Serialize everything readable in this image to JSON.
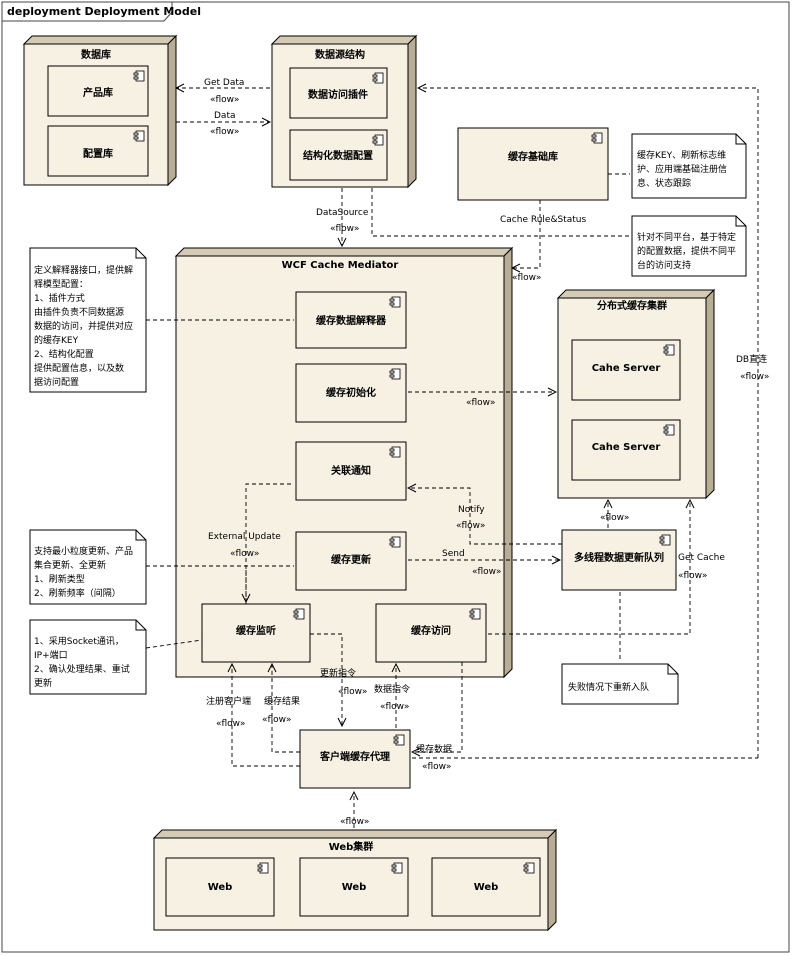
{
  "frame": {
    "title": "deployment Deployment Model"
  },
  "nodes": {
    "database": {
      "title": "数据库"
    },
    "datasource_struct": {
      "title": "数据源结构"
    },
    "cache_base": {
      "title": "缓存基础库"
    },
    "wcf": {
      "title": "WCF Cache Mediator"
    },
    "distributed": {
      "title": "分布式缓存集群"
    },
    "web_cluster": {
      "title": "Web集群"
    }
  },
  "components": {
    "product_db": "产品库",
    "config_db": "配置库",
    "data_access_plugin": "数据访问插件",
    "structured_config": "结构化数据配置",
    "cache_parser": "缓存数据解释器",
    "cache_init": "缓存初始化",
    "related_notify": "关联通知",
    "cache_update": "缓存更新",
    "cache_listen": "缓存监听",
    "cache_access": "缓存访问",
    "cache_server_1": "Cahe Server",
    "cache_server_2": "Cahe Server",
    "multithread_queue": "多线程数据更新队列",
    "client_proxy": "客户端缓存代理",
    "web_1": "Web",
    "web_2": "Web",
    "web_3": "Web"
  },
  "notes": {
    "cache_key": [
      "缓存KEY、刷新标志维",
      "护、应用端基础注册信",
      "息、状态跟踪"
    ],
    "platform": [
      "针对不同平台，基于特定",
      "的配置数据，提供不同平",
      "台的访问支持"
    ],
    "parser": [
      "定义解释器接口，提供解",
      "释模型配置：",
      "1、插件方式",
      "   由插件负责不同数据源",
      "数据的访问，并提供对应",
      "的缓存KEY",
      "2、结构化配置",
      "   提供配置信息，以及数",
      "据访问配置"
    ],
    "update": [
      "支持最小粒度更新、产品",
      "集合更新、全更新",
      "1、刷新类型",
      "2、刷新频率（间隔）"
    ],
    "socket": [
      "1、采用Socket通讯，",
      "IP+端口",
      "2、确认处理结果、重试",
      "更新"
    ],
    "requeue": [
      "失败情况下重新入队"
    ]
  },
  "labels": {
    "get_data": "Get Data",
    "data": "Data",
    "datasource": "DataSource",
    "cache_rule": "Cache Rule&Status",
    "db_direct": "DB直连",
    "external_update": "External Update",
    "notify": "Notify",
    "send": "Send",
    "get_cache": "Get Cache",
    "update_cmd": "更新指令",
    "data_cmd": "数据指令",
    "register_client": "注册客户端",
    "cache_result": "缓存结果",
    "cache_data": "缓存数据",
    "flow": "«flow»"
  }
}
